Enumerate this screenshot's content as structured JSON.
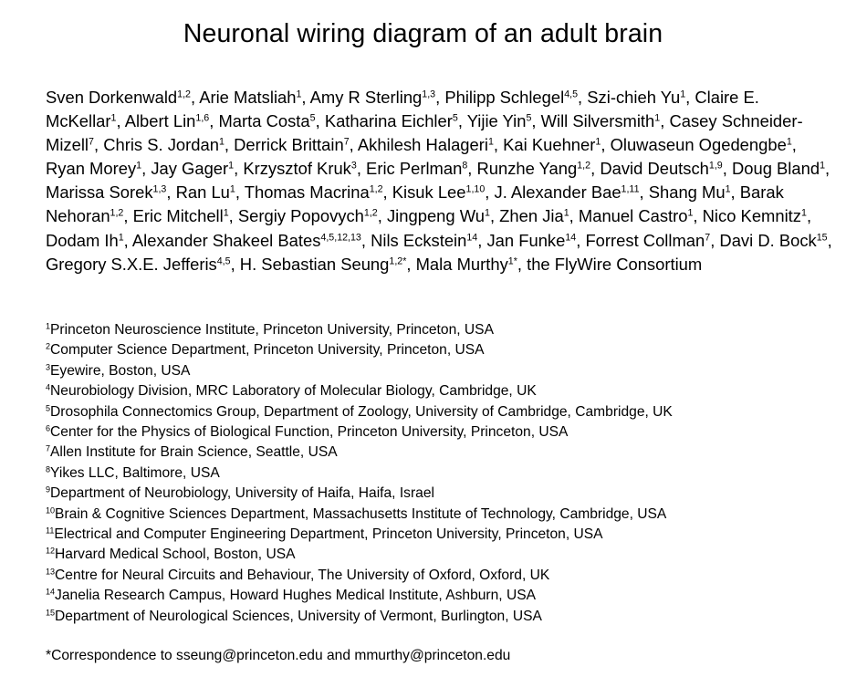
{
  "title": "Neuronal wiring diagram of an adult brain",
  "authors": [
    {
      "name": "Sven Dorkenwald",
      "sup": "1,2"
    },
    {
      "name": "Arie Matsliah",
      "sup": "1"
    },
    {
      "name": "Amy R Sterling",
      "sup": "1,3"
    },
    {
      "name": "Philipp Schlegel",
      "sup": "4,5"
    },
    {
      "name": "Szi-chieh Yu",
      "sup": "1"
    },
    {
      "name": "Claire E. McKellar",
      "sup": "1"
    },
    {
      "name": "Albert Lin",
      "sup": "1,6"
    },
    {
      "name": "Marta Costa",
      "sup": "5"
    },
    {
      "name": "Katharina Eichler",
      "sup": "5"
    },
    {
      "name": "Yijie Yin",
      "sup": "5"
    },
    {
      "name": "Will Silversmith",
      "sup": "1"
    },
    {
      "name": "Casey Schneider-Mizell",
      "sup": "7"
    },
    {
      "name": "Chris S. Jordan",
      "sup": "1"
    },
    {
      "name": "Derrick Brittain",
      "sup": "7"
    },
    {
      "name": "Akhilesh Halageri",
      "sup": "1"
    },
    {
      "name": "Kai Kuehner",
      "sup": "1"
    },
    {
      "name": "Oluwaseun Ogedengbe",
      "sup": "1"
    },
    {
      "name": "Ryan Morey",
      "sup": "1"
    },
    {
      "name": "Jay Gager",
      "sup": "1"
    },
    {
      "name": "Krzysztof Kruk",
      "sup": "3"
    },
    {
      "name": "Eric Perlman",
      "sup": "8"
    },
    {
      "name": "Runzhe Yang",
      "sup": "1,2"
    },
    {
      "name": "David Deutsch",
      "sup": "1,9"
    },
    {
      "name": "Doug Bland",
      "sup": "1"
    },
    {
      "name": "Marissa Sorek",
      "sup": "1,3"
    },
    {
      "name": "Ran Lu",
      "sup": "1"
    },
    {
      "name": "Thomas Macrina",
      "sup": "1,2"
    },
    {
      "name": "Kisuk Lee",
      "sup": "1,10"
    },
    {
      "name": "J. Alexander Bae",
      "sup": "1,11"
    },
    {
      "name": "Shang Mu",
      "sup": "1"
    },
    {
      "name": "Barak Nehoran",
      "sup": "1,2"
    },
    {
      "name": "Eric Mitchell",
      "sup": "1"
    },
    {
      "name": "Sergiy Popovych",
      "sup": "1,2"
    },
    {
      "name": "Jingpeng Wu",
      "sup": "1"
    },
    {
      "name": "Zhen Jia",
      "sup": "1"
    },
    {
      "name": "Manuel Castro",
      "sup": "1"
    },
    {
      "name": "Nico Kemnitz",
      "sup": "1"
    },
    {
      "name": "Dodam Ih",
      "sup": "1"
    },
    {
      "name": "Alexander Shakeel Bates",
      "sup": "4,5,12,13"
    },
    {
      "name": "Nils Eckstein",
      "sup": "14"
    },
    {
      "name": "Jan Funke",
      "sup": "14"
    },
    {
      "name": "Forrest Collman",
      "sup": "7"
    },
    {
      "name": "Davi D. Bock",
      "sup": "15"
    },
    {
      "name": "Gregory S.X.E. Jefferis",
      "sup": "4,5"
    },
    {
      "name": "H. Sebastian Seung",
      "sup": "1,2*"
    },
    {
      "name": "Mala Murthy",
      "sup": "1*"
    },
    {
      "name": "the FlyWire Consortium",
      "sup": ""
    }
  ],
  "affiliations": [
    {
      "num": "1",
      "text": "Princeton Neuroscience Institute, Princeton University, Princeton, USA"
    },
    {
      "num": "2",
      "text": "Computer Science Department, Princeton University, Princeton, USA"
    },
    {
      "num": "3",
      "text": "Eyewire, Boston, USA"
    },
    {
      "num": "4",
      "text": "Neurobiology Division, MRC Laboratory of Molecular Biology, Cambridge, UK"
    },
    {
      "num": "5",
      "text": "Drosophila Connectomics Group, Department of Zoology, University of Cambridge, Cambridge, UK"
    },
    {
      "num": "6",
      "text": "Center for the Physics of Biological Function, Princeton University, Princeton, USA"
    },
    {
      "num": "7",
      "text": "Allen Institute for Brain Science, Seattle, USA"
    },
    {
      "num": "8",
      "text": "Yikes LLC, Baltimore, USA"
    },
    {
      "num": "9",
      "text": "Department of Neurobiology, University of Haifa, Haifa, Israel"
    },
    {
      "num": "10",
      "text": "Brain & Cognitive Sciences Department, Massachusetts Institute of Technology, Cambridge, USA"
    },
    {
      "num": "11",
      "text": "Electrical and Computer Engineering Department, Princeton University, Princeton, USA"
    },
    {
      "num": "12",
      "text": "Harvard Medical School, Boston, USA"
    },
    {
      "num": "13",
      "text": "Centre for Neural Circuits and Behaviour, The University of Oxford, Oxford, UK"
    },
    {
      "num": "14",
      "text": "Janelia Research Campus, Howard Hughes Medical Institute, Ashburn, USA"
    },
    {
      "num": "15",
      "text": "Department of Neurological Sciences, University of Vermont, Burlington, USA"
    }
  ],
  "correspondence": "*Correspondence to sseung@princeton.edu and mmurthy@princeton.edu"
}
